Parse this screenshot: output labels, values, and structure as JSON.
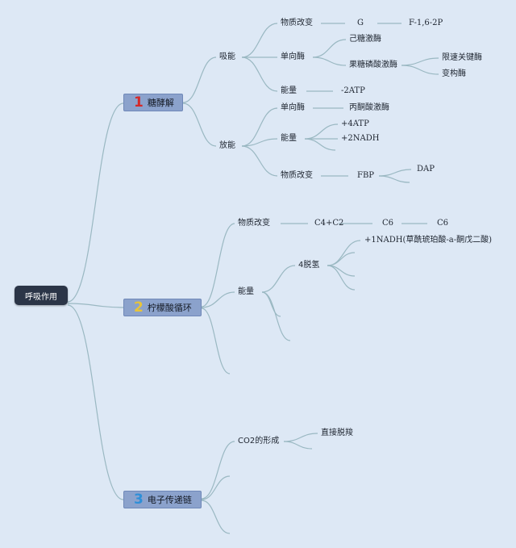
{
  "colors": {
    "background": "#dde8f5",
    "connector": "#9ab8c2",
    "root_fill": "#2b3547",
    "topic_fill": "#8ba2cc",
    "num_1": "#d42a2a",
    "num_2": "#e8c43a",
    "num_3": "#2e8fd8"
  },
  "root": {
    "label": "呼吸作用"
  },
  "topics": [
    {
      "num": "1",
      "label": "糖酵解"
    },
    {
      "num": "2",
      "label": "柠檬酸循环"
    },
    {
      "num": "3",
      "label": "电子传递链"
    }
  ],
  "glycolysis": {
    "absorb": "吸能",
    "release": "放能",
    "substance_change": "物质改变",
    "g": "G",
    "f16bp": "F-1,6-2P",
    "enzyme": "单向酶",
    "hexokinase": "己糖激酶",
    "pfk": "果糖磷酸激酶",
    "rate_limiting": "限速关键酶",
    "allosteric": "变构酶",
    "energy": "能量",
    "minus2atp": "-2ATP",
    "enzyme2": "单向酶",
    "pyruvate_kinase": "丙酮酸激酶",
    "energy2": "能量",
    "plus4atp": "+4ATP",
    "plus2nadh": "+2NADH",
    "substance_change2": "物质改变",
    "fbp": "FBP",
    "dap": "DAP"
  },
  "tca": {
    "substance_change": "物质改变",
    "c4c2": "C4+C2",
    "c6a": "C6",
    "c6b": "C6",
    "energy": "能量",
    "dehydrogenation": "4脱氢",
    "nadh_detail": "+1NADH(草酰琥珀酸-a-酮戊二酸)"
  },
  "etc": {
    "co2_formation": "CO2的形成",
    "direct_decarb": "直接脱羧"
  }
}
